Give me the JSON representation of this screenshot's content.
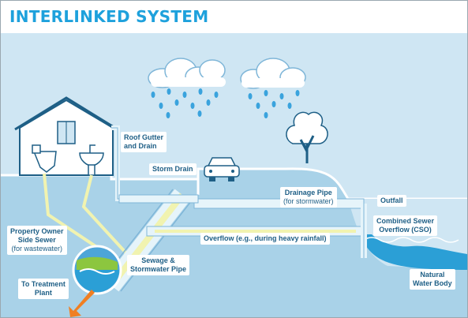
{
  "title": "INTERLINKED SYSTEM",
  "labels": {
    "roof_gutter": [
      "Roof Gutter",
      "and Drain"
    ],
    "storm_drain": "Storm Drain",
    "drainage_pipe": [
      "Drainage Pipe",
      "(for stormwater)"
    ],
    "outfall": "Outfall",
    "cso": [
      "Combined Sewer",
      "Overflow (CSO)"
    ],
    "property_sewer": [
      "Property Owner",
      "Side Sewer",
      "(for wastewater)"
    ],
    "overflow": "Overflow (e.g., during heavy rainfall)",
    "sewage_pipe": [
      "Sewage &",
      "Stormwater Pipe"
    ],
    "natural_water": [
      "Natural",
      "Water Body"
    ],
    "treatment": [
      "To Treatment",
      "Plant"
    ]
  },
  "colors": {
    "title": "#1ea1dc",
    "sky": "#cfe6f3",
    "ground": "#a9d2e8",
    "pipe": "#e6f4fa",
    "sewage": "#f1f3b0",
    "water": "#2b9fd6",
    "label_text": "#1e5f86",
    "arrow": "#f07f22"
  }
}
